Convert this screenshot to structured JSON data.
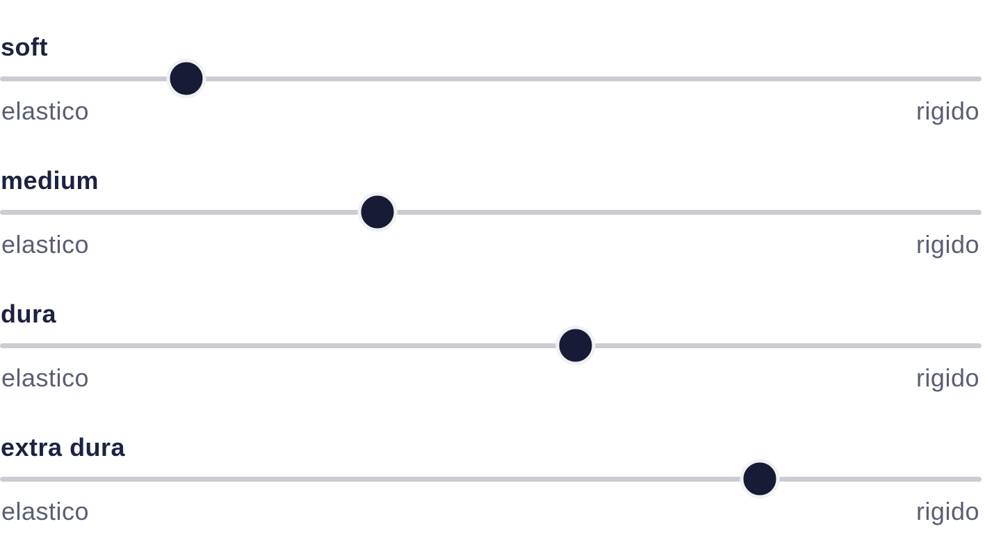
{
  "colors": {
    "background": "#ffffff",
    "name_label_navy": "#1d2242",
    "end_label_gray": "#5a5e75",
    "track_gray": "#cbccd1",
    "handle_fill_navy": "#171b35",
    "handle_ring_white": "#f1f1f3"
  },
  "sliders": [
    {
      "name": "soft",
      "left_label": "elastico",
      "right_label": "rigido",
      "value_percent": 18.9
    },
    {
      "name": "medium",
      "left_label": "elastico",
      "right_label": "rigido",
      "value_percent": 38.3
    },
    {
      "name": "dura",
      "left_label": "elastico",
      "right_label": "rigido",
      "value_percent": 58.4
    },
    {
      "name": "extra dura",
      "left_label": "elastico",
      "right_label": "rigido",
      "value_percent": 77.1
    }
  ]
}
